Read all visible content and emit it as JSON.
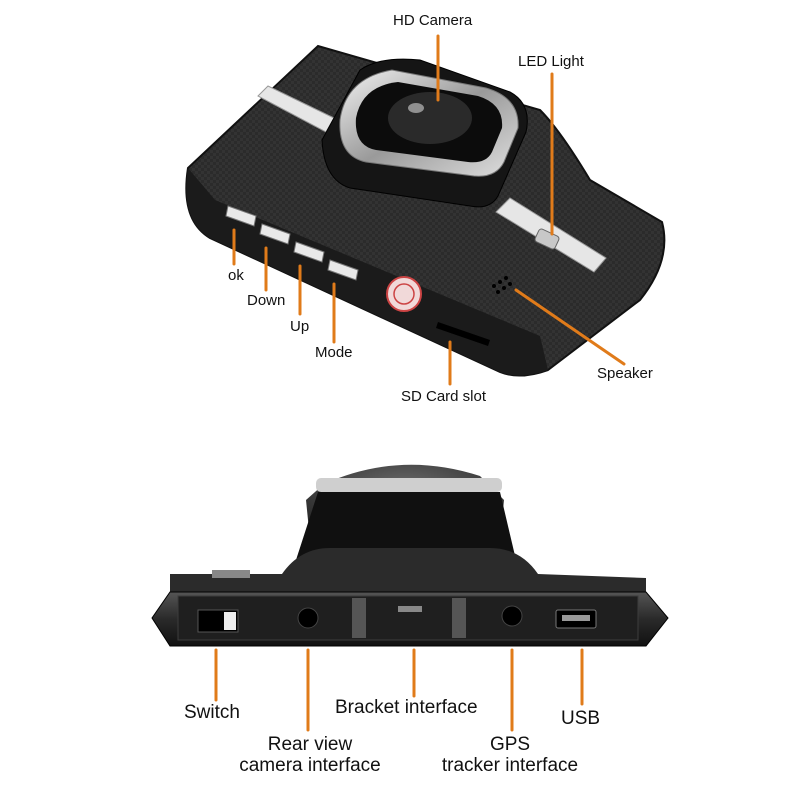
{
  "top_view": {
    "labels": {
      "hd_camera": "HD Camera",
      "led_light": "LED Light",
      "ok": "ok",
      "down": "Down",
      "up": "Up",
      "mode": "Mode",
      "sd_card_slot": "SD Card slot",
      "speaker": "Speaker"
    }
  },
  "bottom_view": {
    "labels": {
      "switch": "Switch",
      "rear_view_line1": "Rear view",
      "rear_view_line2": "camera interface",
      "bracket_interface": "Bracket interface",
      "gps_line1": "GPS",
      "gps_line2": "tracker interface",
      "usb": "USB"
    }
  },
  "colors": {
    "leader_line": "#e07b1a",
    "body_dark": "#1c1c1c",
    "body_mid": "#3a3a3a",
    "chrome": "#d8d8d8"
  }
}
